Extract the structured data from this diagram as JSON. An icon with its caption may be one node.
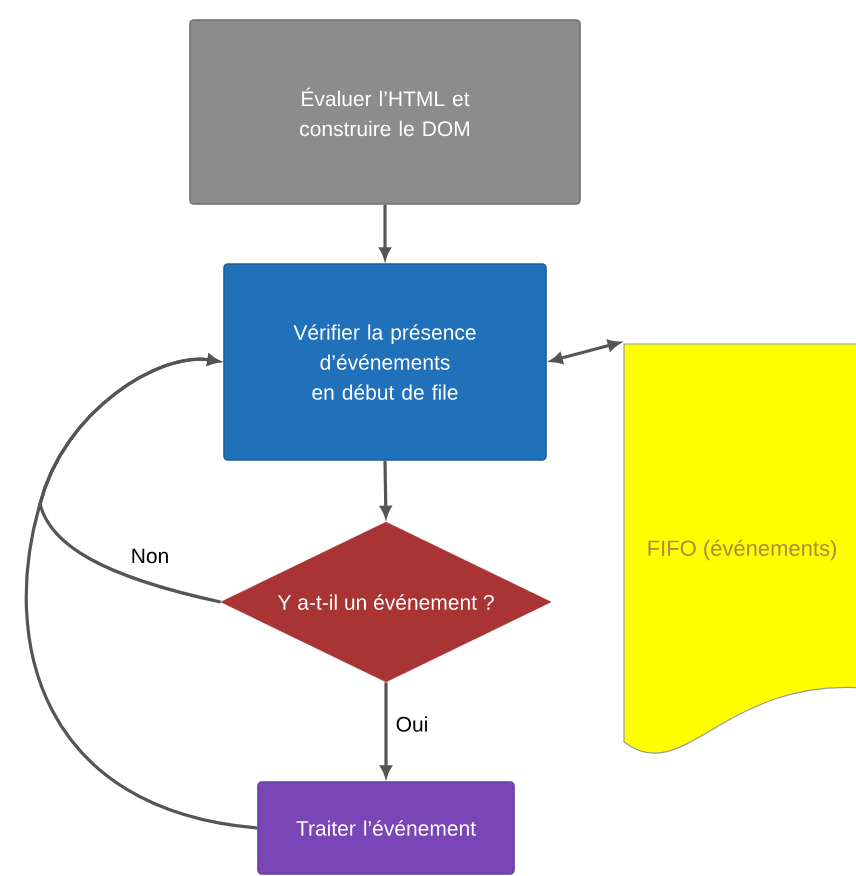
{
  "diagram": {
    "nodes": [
      {
        "text": [
          "Évaluer l’HTML et construire le DOM"
        ]
      },
      {
        "text": [
          "Vérifier la présence d’événements en début de file"
        ]
      },
      {
        "text": [
          "Y a-t-il un événement ?"
        ]
      },
      {
        "text": [
          "Traiter l’événement"
        ]
      },
      {
        "text": [
          "FIFO (événements)"
        ]
      }
    ],
    "edges": [
      {
        "from": 0,
        "to": 1,
        "arrow": "to"
      },
      {
        "from": 1,
        "to": 2,
        "arrow": "to"
      },
      {
        "from": 2,
        "to": 3,
        "arrow": "to",
        "label": "Oui"
      },
      {
        "from": 2,
        "to": 1,
        "arrow": "to",
        "label": "Non"
      },
      {
        "from": 3,
        "to": 1,
        "arrow": "to"
      },
      {
        "from": 1,
        "to": 4,
        "arrow": "both"
      }
    ]
  }
}
